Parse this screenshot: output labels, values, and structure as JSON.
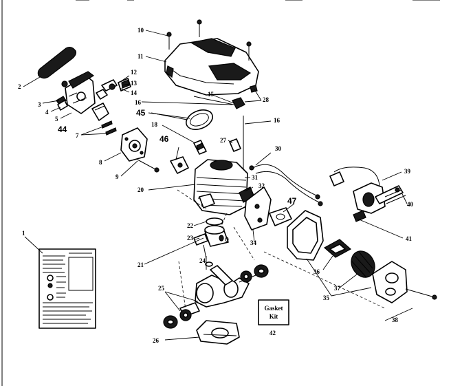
{
  "diagram": {
    "callouts": {
      "c1": "1",
      "c2": "2",
      "c3": "3",
      "c4": "4",
      "c5": "5",
      "c7": "7",
      "c8": "8",
      "c9": "9",
      "c10": "10",
      "c11": "11",
      "c12": "12",
      "c13": "13",
      "c14": "14",
      "c15": "15",
      "c16a": "16",
      "c16b": "16",
      "c18": "18",
      "c20": "20",
      "c21": "21",
      "c22": "22",
      "c23": "23",
      "c24": "24",
      "c25": "25",
      "c26": "26",
      "c27": "27",
      "c28": "28",
      "c30": "30",
      "c31": "31",
      "c32": "32",
      "c34": "34",
      "c35": "35",
      "c36": "36",
      "c37": "37",
      "c38": "38",
      "c39": "39",
      "c40": "40",
      "c41": "41",
      "c42": "42",
      "c44": "44",
      "c45": "45",
      "c46": "46",
      "c47": "47"
    },
    "gasket_kit": {
      "line1": "Gasket",
      "line2": "Kit"
    }
  }
}
